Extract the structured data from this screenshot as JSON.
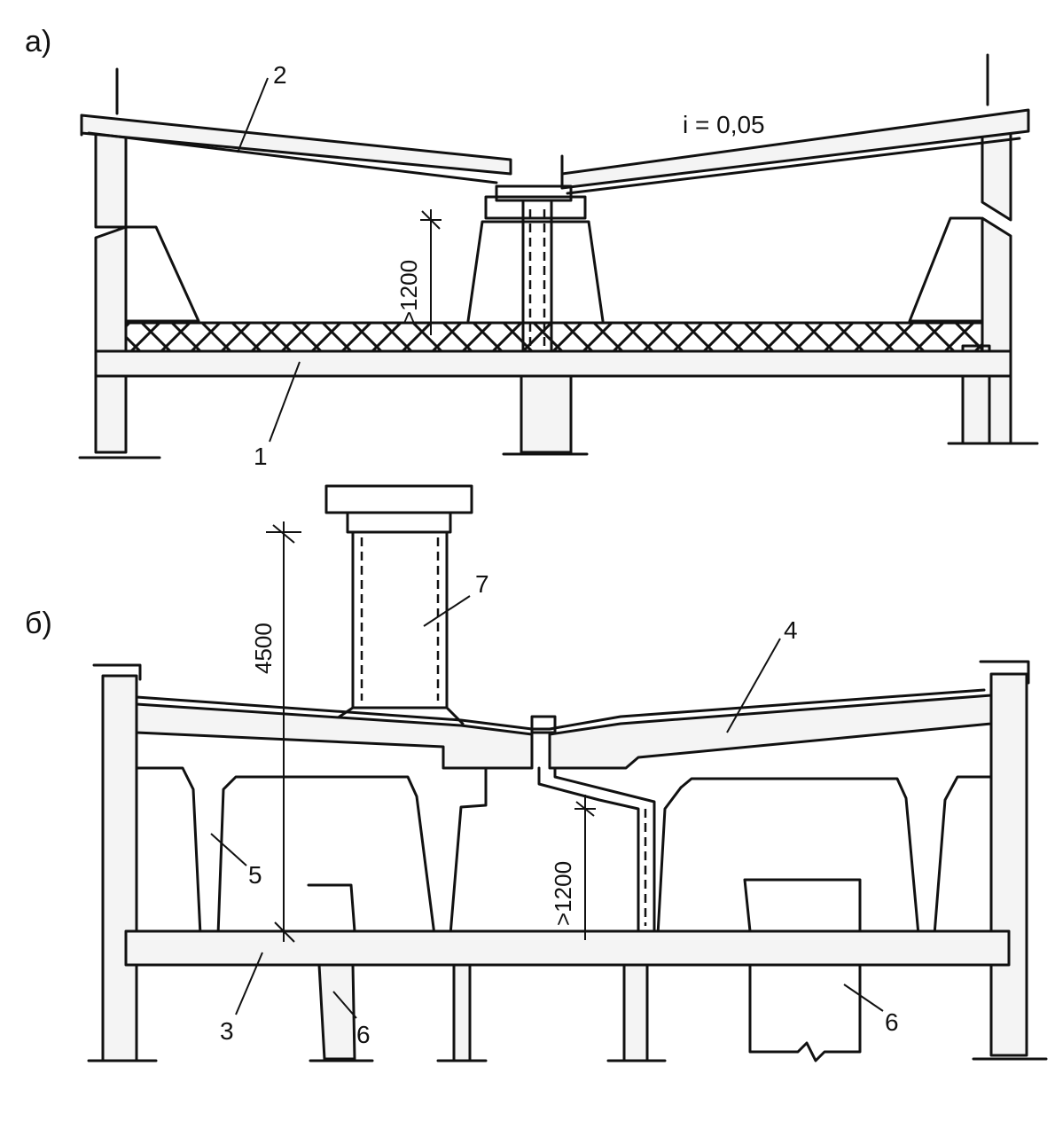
{
  "figure": {
    "part_a": {
      "label": "а)",
      "slope_label": "i = 0,05",
      "height_dim": ">1200",
      "callouts": [
        "1",
        "2"
      ]
    },
    "part_b": {
      "label": "б)",
      "height_dim_total": "4500",
      "height_dim_min": ">1200",
      "callouts": [
        "3",
        "4",
        "5",
        "6",
        "6",
        "7"
      ]
    }
  }
}
